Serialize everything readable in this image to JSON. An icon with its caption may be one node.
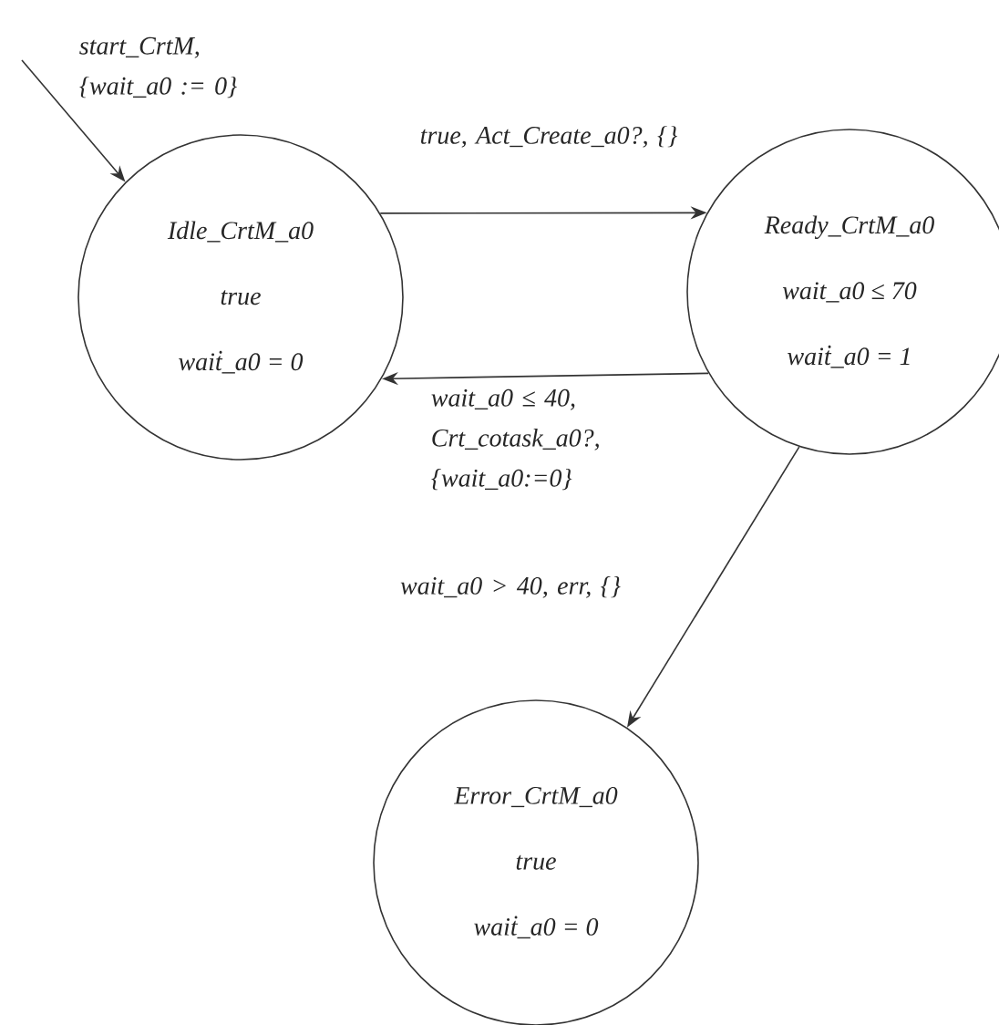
{
  "diagram": {
    "nodes": [
      {
        "text": [
          "Idle_CrtM_a0",
          "true",
          "waiṫ_a0 = 0"
        ]
      },
      {
        "text": [
          "Ready_CrtM_a0",
          "wait_a0 ≤ 70",
          "waiṫ_a0 = 1"
        ]
      },
      {
        "text": [
          "Error_CrtM_a0",
          "true",
          "waiṫ_a0 = 0"
        ]
      }
    ],
    "edges": [
      {
        "from": null,
        "to": 0,
        "arrow": "to",
        "label": "start_CrtM, {wait_a0 := 0}"
      },
      {
        "from": 0,
        "to": 1,
        "arrow": "to",
        "label": "true, Act_Create_a0?, {}"
      },
      {
        "from": 1,
        "to": 0,
        "arrow": "to",
        "label": "wait_a0 ≤ 40, Crt_cotask_a0?, {wait_a0:=0}"
      },
      {
        "from": 1,
        "to": 2,
        "arrow": "to",
        "label": "wait_a0 > 40, err, {}"
      }
    ]
  }
}
